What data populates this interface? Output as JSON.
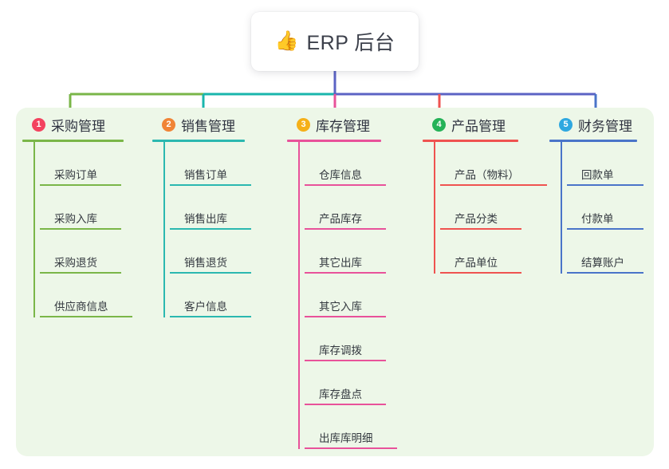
{
  "root": {
    "icon": "thumbs-up-icon",
    "emoji": "👍",
    "title": "ERP 后台"
  },
  "panel": {
    "background": "#edf7e8"
  },
  "connectors": {
    "stem_color": "#5b63c4",
    "bus_left_color": "#7ab648",
    "bus_mid_color": "#19b6ac",
    "bus_right_color": "#5b63c4",
    "drops": [
      "#7ab648",
      "#19b6ac",
      "#e8529a",
      "#ef5350",
      "#4a74c9"
    ]
  },
  "columns": [
    {
      "index": "1",
      "badge_color": "#f3435f",
      "accent": "#7ab648",
      "title": "采购管理",
      "items": [
        {
          "label": "采购订单",
          "width": 86
        },
        {
          "label": "采购入库",
          "width": 86
        },
        {
          "label": "采购退货",
          "width": 86
        },
        {
          "label": "供应商信息",
          "width": 100
        }
      ]
    },
    {
      "index": "2",
      "badge_color": "#f08436",
      "accent": "#2bb8b0",
      "title": "销售管理",
      "items": [
        {
          "label": "销售订单",
          "width": 86
        },
        {
          "label": "销售出库",
          "width": 86
        },
        {
          "label": "销售退货",
          "width": 86
        },
        {
          "label": "客户信息",
          "width": 86
        }
      ]
    },
    {
      "index": "3",
      "badge_color": "#f5b018",
      "accent": "#e8529a",
      "title": "库存管理",
      "items": [
        {
          "label": "仓库信息",
          "width": 86
        },
        {
          "label": "产品库存",
          "width": 86
        },
        {
          "label": "其它出库",
          "width": 86
        },
        {
          "label": "其它入库",
          "width": 86
        },
        {
          "label": "库存调拨",
          "width": 86
        },
        {
          "label": "库存盘点",
          "width": 86
        },
        {
          "label": "出库库明细",
          "width": 100
        }
      ]
    },
    {
      "index": "4",
      "badge_color": "#25b258",
      "accent": "#ef5350",
      "title": "产品管理",
      "items": [
        {
          "label": "产品（物料）",
          "width": 118
        },
        {
          "label": "产品分类",
          "width": 86
        },
        {
          "label": "产品单位",
          "width": 86
        }
      ]
    },
    {
      "index": "5",
      "badge_color": "#2fa8e0",
      "accent": "#4a74c9",
      "title": "财务管理",
      "items": [
        {
          "label": "回款单",
          "width": 80
        },
        {
          "label": "付款单",
          "width": 80
        },
        {
          "label": "结算账户",
          "width": 80
        }
      ]
    }
  ]
}
